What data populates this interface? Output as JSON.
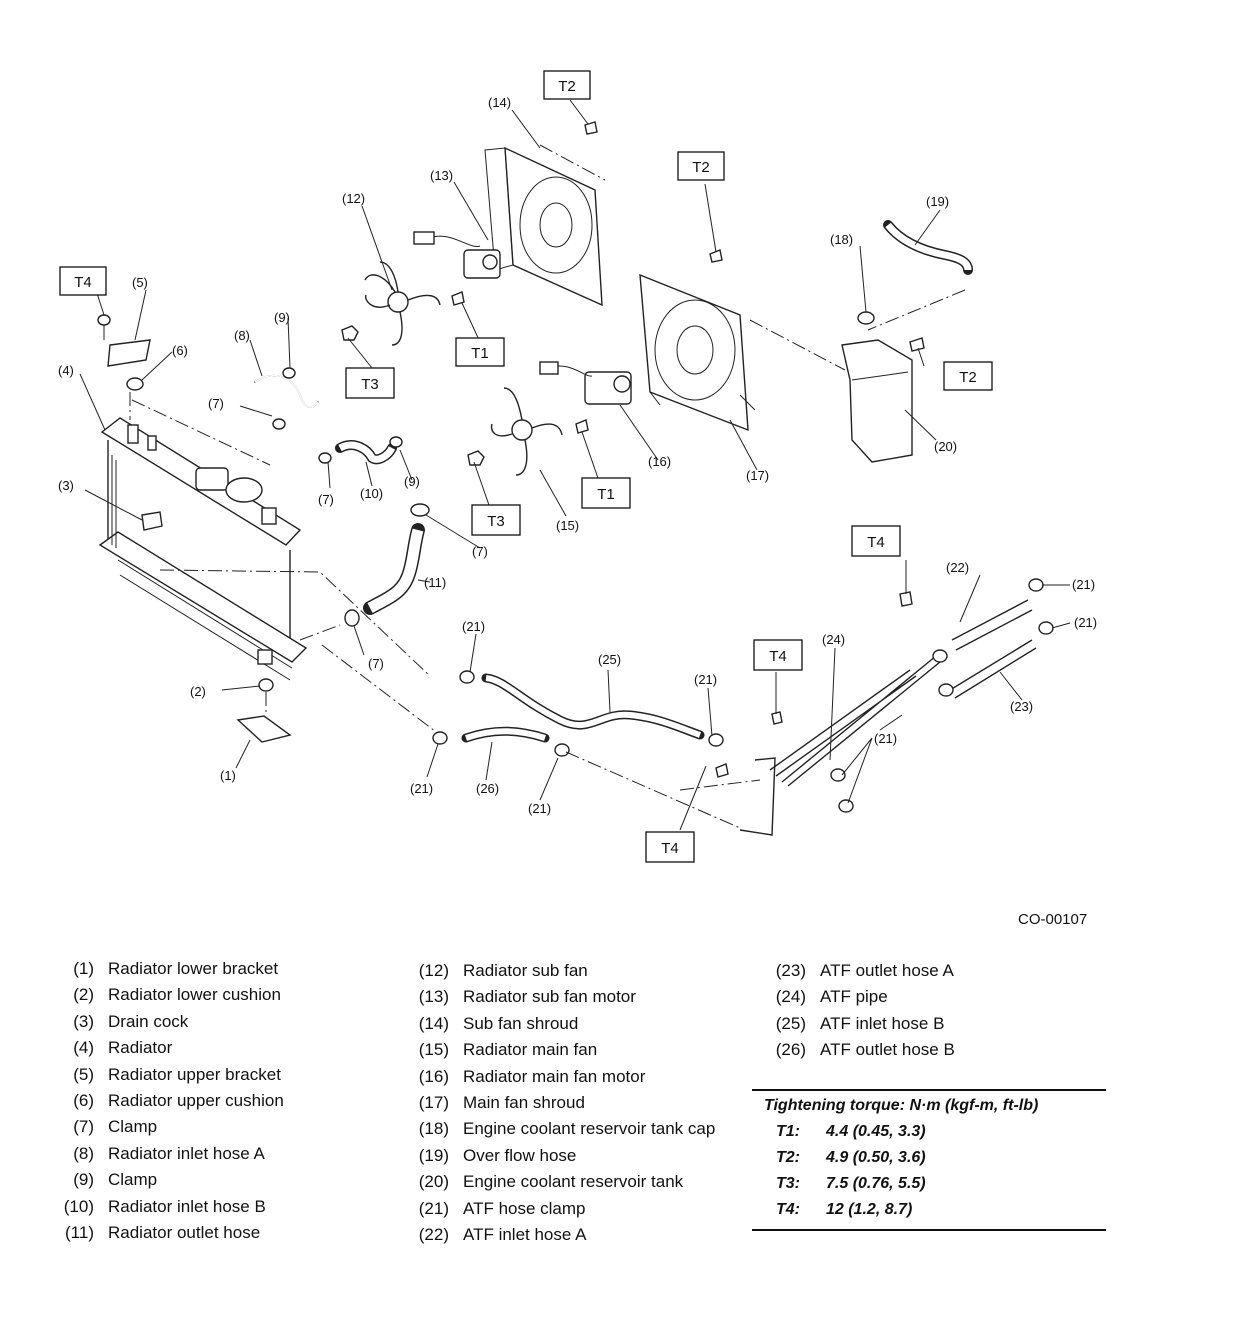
{
  "figure_code": "CO-00107",
  "torque_tags": {
    "t1": "T1",
    "t2": "T2",
    "t3": "T3",
    "t4": "T4"
  },
  "callouts": {
    "c1": "(1)",
    "c2": "(2)",
    "c3": "(3)",
    "c4": "(4)",
    "c5": "(5)",
    "c6": "(6)",
    "c7": "(7)",
    "c8": "(8)",
    "c9": "(9)",
    "c10": "(10)",
    "c11": "(11)",
    "c12": "(12)",
    "c13": "(13)",
    "c14": "(14)",
    "c15": "(15)",
    "c16": "(16)",
    "c17": "(17)",
    "c18": "(18)",
    "c19": "(19)",
    "c20": "(20)",
    "c21": "(21)",
    "c22": "(22)",
    "c23": "(23)",
    "c24": "(24)",
    "c25": "(25)",
    "c26": "(26)"
  },
  "legend": {
    "col1": [
      {
        "num": "(1)",
        "name": "Radiator lower bracket"
      },
      {
        "num": "(2)",
        "name": "Radiator lower cushion"
      },
      {
        "num": "(3)",
        "name": "Drain cock"
      },
      {
        "num": "(4)",
        "name": "Radiator"
      },
      {
        "num": "(5)",
        "name": "Radiator upper bracket"
      },
      {
        "num": "(6)",
        "name": "Radiator upper cushion"
      },
      {
        "num": "(7)",
        "name": "Clamp"
      },
      {
        "num": "(8)",
        "name": "Radiator inlet hose A"
      },
      {
        "num": "(9)",
        "name": "Clamp"
      },
      {
        "num": "(10)",
        "name": "Radiator inlet hose B"
      },
      {
        "num": "(11)",
        "name": "Radiator outlet hose"
      }
    ],
    "col2": [
      {
        "num": "(12)",
        "name": "Radiator sub fan"
      },
      {
        "num": "(13)",
        "name": "Radiator sub fan motor"
      },
      {
        "num": "(14)",
        "name": "Sub fan shroud"
      },
      {
        "num": "(15)",
        "name": "Radiator main fan"
      },
      {
        "num": "(16)",
        "name": "Radiator main fan motor"
      },
      {
        "num": "(17)",
        "name": "Main fan shroud"
      },
      {
        "num": "(18)",
        "name": "Engine coolant reservoir tank cap"
      },
      {
        "num": "(19)",
        "name": "Over flow hose"
      },
      {
        "num": "(20)",
        "name": "Engine coolant reservoir tank"
      },
      {
        "num": "(21)",
        "name": "ATF hose clamp"
      },
      {
        "num": "(22)",
        "name": "ATF inlet hose A"
      }
    ],
    "col3": [
      {
        "num": "(23)",
        "name": "ATF outlet hose A"
      },
      {
        "num": "(24)",
        "name": "ATF pipe"
      },
      {
        "num": "(25)",
        "name": "ATF inlet hose B"
      },
      {
        "num": "(26)",
        "name": "ATF outlet hose B"
      }
    ]
  },
  "torque": {
    "title": "Tightening torque: N·m (kgf-m, ft-lb)",
    "rows": [
      {
        "id": "T1:",
        "value": "4.4 (0.45, 3.3)"
      },
      {
        "id": "T2:",
        "value": "4.9 (0.50, 3.6)"
      },
      {
        "id": "T3:",
        "value": "7.5 (0.76, 5.5)"
      },
      {
        "id": "T4:",
        "value": "12 (1.2, 8.7)"
      }
    ]
  }
}
